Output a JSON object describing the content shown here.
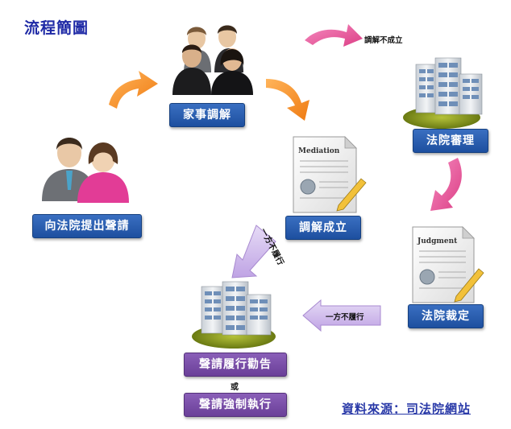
{
  "title": "流程簡圖",
  "steps": {
    "apply": "向法院提出聲請",
    "family_mediation": "家事調解",
    "mediation_success": "調解成立",
    "mediation_fail_note": "調解不成立",
    "court_hearing": "法院審理",
    "court_ruling": "法院裁定",
    "petition_advise": "聲請履行勸告",
    "or": "或",
    "petition_enforce": "聲請強制執行"
  },
  "arrows": {
    "non_performance_diag": "一方不履行",
    "non_performance": "一方不履行"
  },
  "documents": {
    "mediation": "Mediation",
    "judgment": "Judgment"
  },
  "source": "資料來源：司法院網站",
  "colors": {
    "title": "#1f2aa6",
    "label_blue": "#2a5db0",
    "label_purple": "#7b4fa8",
    "arrow_orange": "#f28a1e",
    "arrow_pink": "#e85a9a",
    "arrow_lavender": "#cdb7ea",
    "building": "#d8dde3",
    "grass": "#7a8a1a"
  }
}
